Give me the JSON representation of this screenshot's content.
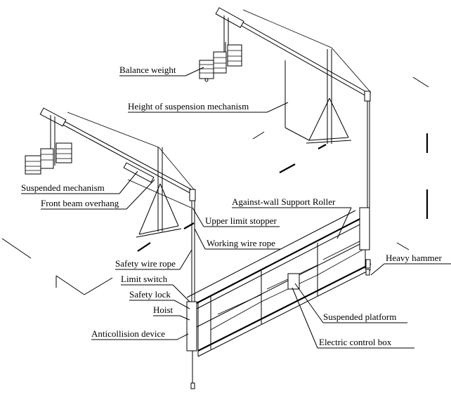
{
  "labels": {
    "balance_weight": "Balance weight",
    "height_of_suspension_mechanism": "Height of suspension mechanism",
    "suspended_mechanism": "Suspended mechanism",
    "front_beam_overhang": "Front beam overhang",
    "against_wall_support_roller": "Against-wall Support Roller",
    "upper_limit_stopper": "Upper limit stopper",
    "working_wire_rope": "Working wire rope",
    "safety_wire_rope": "Safety wire rope",
    "heavy_hammer": "Heavy hammer",
    "limit_switch": "Limit switch",
    "safety_lock": "Safety lock",
    "hoist": "Hoist",
    "suspended_platform": "Suspended  platform",
    "anticollision_device": "Anticollision device",
    "electric_control_box": "Electric control  box"
  }
}
